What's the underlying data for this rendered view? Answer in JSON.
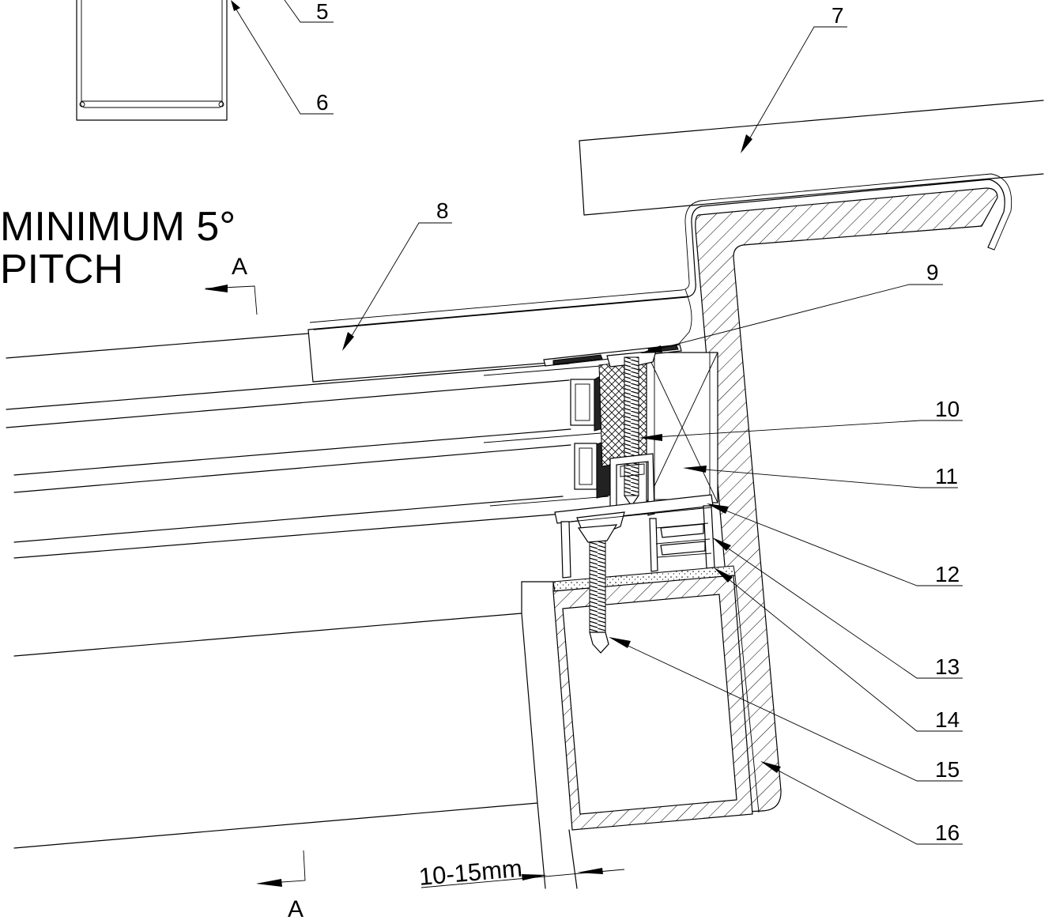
{
  "notes": {
    "pitch_line1": "MINIMUM 5°",
    "pitch_line2": "PITCH"
  },
  "section": {
    "top": "A",
    "bottom": "A"
  },
  "dimension": {
    "gap": "10-15mm"
  },
  "callouts": [
    "5",
    "6",
    "7",
    "8",
    "9",
    "10",
    "11",
    "12",
    "13",
    "14",
    "15",
    "16"
  ]
}
